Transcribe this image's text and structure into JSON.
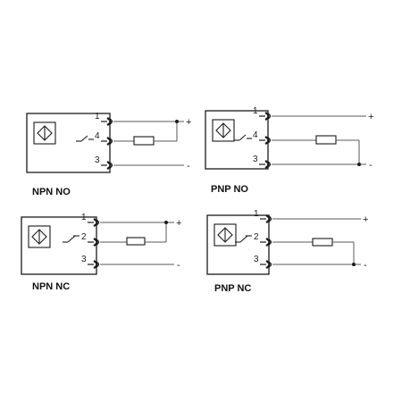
{
  "colors": {
    "stroke": "#1a1a1a",
    "light_stroke": "#5a5a5a",
    "background": "#ffffff"
  },
  "diagrams": [
    {
      "title": "NPN NO",
      "contact": "NO",
      "type": "NPN",
      "pins": [
        {
          "number": "1",
          "terminal": "+"
        },
        {
          "number": "4",
          "terminal": ""
        },
        {
          "number": "3",
          "terminal": "-"
        }
      ]
    },
    {
      "title": "PNP NO",
      "contact": "NO",
      "type": "PNP",
      "pins": [
        {
          "number": "1",
          "terminal": "+"
        },
        {
          "number": "4",
          "terminal": ""
        },
        {
          "number": "3",
          "terminal": "-"
        }
      ]
    },
    {
      "title": "NPN NC",
      "contact": "NC",
      "type": "NPN",
      "pins": [
        {
          "number": "1",
          "terminal": "+"
        },
        {
          "number": "2",
          "terminal": ""
        },
        {
          "number": "3",
          "terminal": "-"
        }
      ]
    },
    {
      "title": "PNP NC",
      "contact": "NC",
      "type": "PNP",
      "pins": [
        {
          "number": "1",
          "terminal": "+"
        },
        {
          "number": "2",
          "terminal": ""
        },
        {
          "number": "3",
          "terminal": "-"
        }
      ]
    }
  ]
}
